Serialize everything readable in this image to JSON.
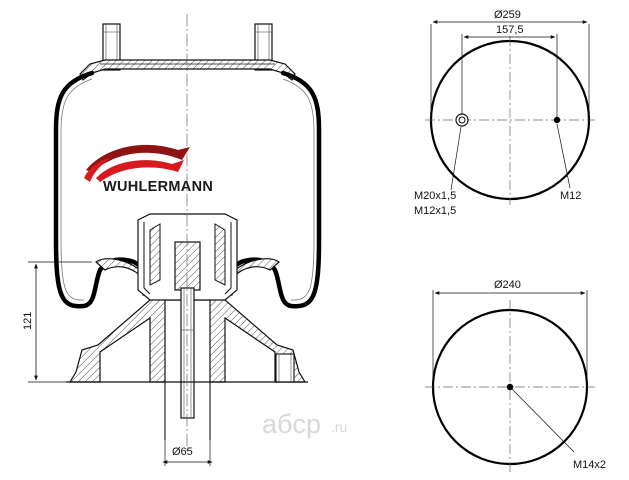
{
  "drawing": {
    "logo": {
      "brand_name": "WUHLERMANN",
      "colors": {
        "red": "#d71920",
        "dark_red": "#8e1414"
      }
    },
    "watermark": {
      "letters": "aбcp",
      "suffix": ".ru"
    },
    "side_view": {
      "height_dim": "121",
      "piston_diameter": "Ø65"
    },
    "top_plate": {
      "outer_diameter": "Ø259",
      "bolt_spacing": "157,5",
      "port_label_line1": "M20x1,5",
      "port_label_line2": "M12x1,5",
      "stud_label": "M12"
    },
    "bottom_plate": {
      "outer_diameter": "Ø240",
      "center_thread": "M14x2"
    }
  }
}
